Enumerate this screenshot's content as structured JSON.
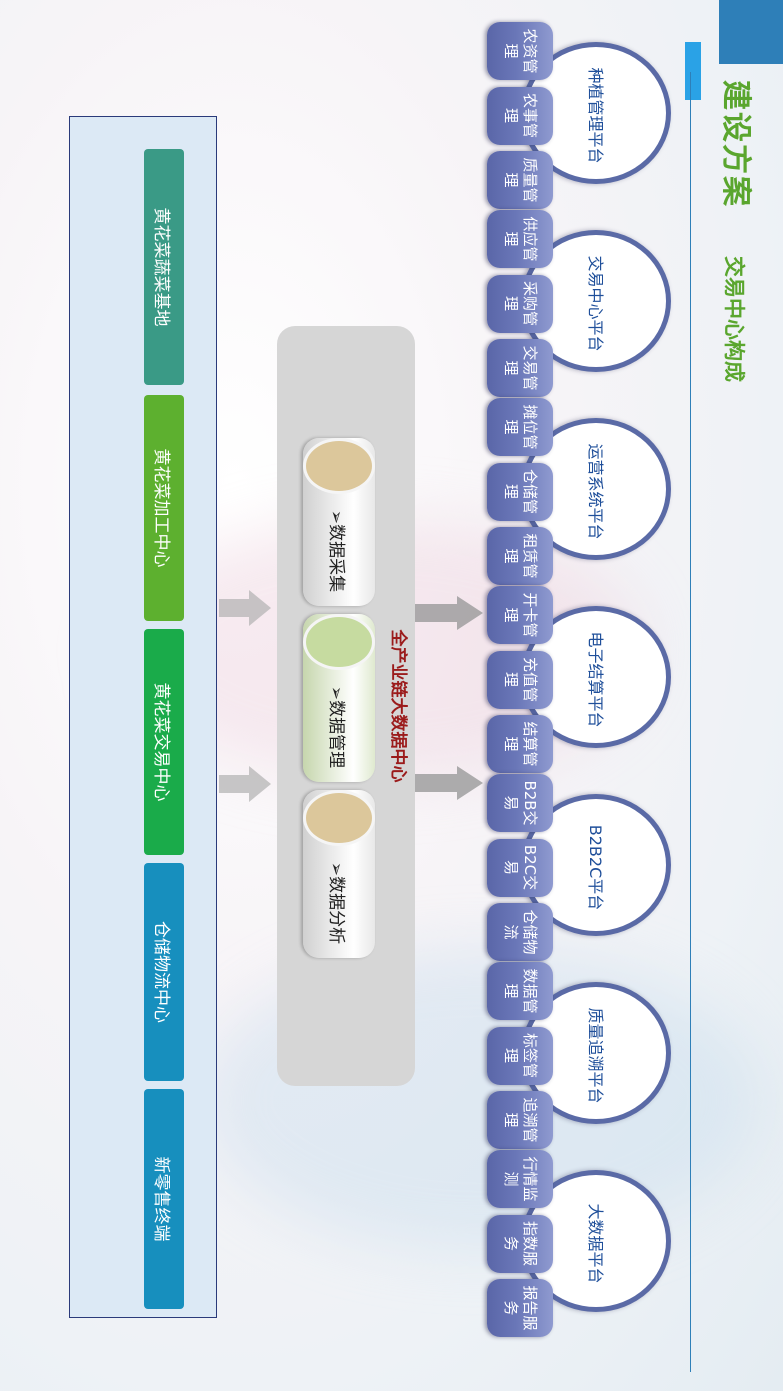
{
  "header": {
    "title": "建设方案",
    "subtitle": "交易中心构成"
  },
  "platforms": [
    {
      "name": "种植管理平台",
      "items": [
        "农资管理",
        "农事管理",
        "质量管理"
      ]
    },
    {
      "name": "交易中心平台",
      "items": [
        "供应管理",
        "采购管理",
        "交易管理"
      ]
    },
    {
      "name": "运营系统平台",
      "items": [
        "摊位管理",
        "仓储管理",
        "租赁管理"
      ]
    },
    {
      "name": "电子结算平台",
      "items": [
        "开卡管理",
        "充值管理",
        "结算管理"
      ]
    },
    {
      "name": "B2B2C平台",
      "items": [
        "B2B交易",
        "B2C交易",
        "仓储物流"
      ]
    },
    {
      "name": "质量追溯平台",
      "items": [
        "数据管理",
        "标签管理",
        "追溯管理"
      ]
    },
    {
      "name": "大数据平台",
      "items": [
        "行情监测",
        "指数服务",
        "报告服务"
      ]
    }
  ],
  "data_center": {
    "title": "全产业链大数据中心",
    "items": [
      "➢数据采集",
      "➢数据管理",
      "➢数据分析"
    ]
  },
  "base": [
    "黄花菜蔬菜基地",
    "黄花菜加工中心",
    "黄花菜交易中心",
    "仓储物流中心",
    "新零售终端"
  ]
}
